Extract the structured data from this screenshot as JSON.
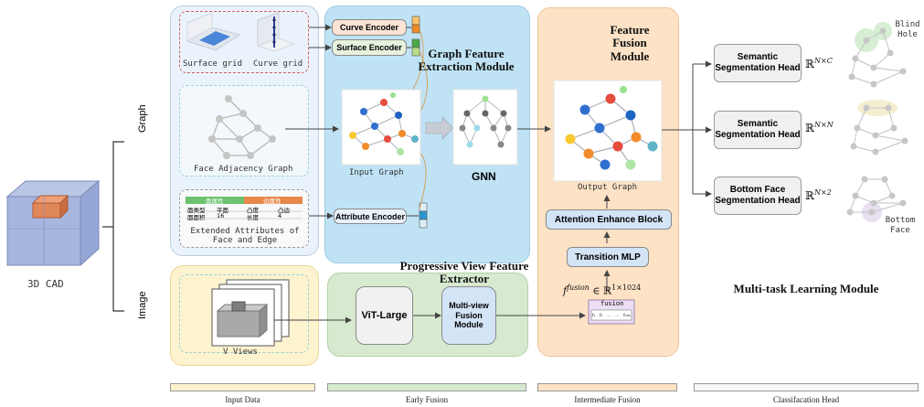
{
  "left": {
    "cad_label": "3D CAD",
    "graph_label": "Graph",
    "image_label": "Image"
  },
  "input_panel": {
    "surface_grid": "Surface grid",
    "curve_grid": "Curve grid",
    "face_adjacency_graph": "Face Adjacency Graph",
    "extended_attributes": "Extended Attributes of Face and Edge",
    "v_views": "V Views",
    "table": {
      "header_face": "面属性",
      "header_edge": "边属性",
      "row1": [
        "面类型",
        "平面",
        "凸度",
        "凸边"
      ],
      "row2": [
        "面面积",
        "16",
        "长度",
        "4"
      ]
    }
  },
  "graph_module": {
    "curve_encoder": "Curve Encoder",
    "surface_encoder": "Surface Encoder",
    "attribute_encoder": "Attribute Encoder",
    "title": "Graph Feature Extraction Module",
    "input_graph": "Input Graph",
    "gnn": "GNN"
  },
  "view_module": {
    "title": "Progressive View Feature Extractor",
    "vit": "ViT-Large",
    "fusion": "Multi-view Fusion Module"
  },
  "fusion_module": {
    "title": "Feature Fusion Module",
    "output_graph": "Output Graph",
    "attention": "Attention Enhance Block",
    "transition": "Transition MLP",
    "f_fusion_symbol": "f",
    "f_fusion_sup": "fusion",
    "f_fusion_space": "∈ ℝ",
    "f_fusion_dim": "1×1024",
    "vector_label": "fusion",
    "vector_cells": [
      "f₁",
      "f₂",
      "...",
      "...",
      "fₙ₀₂₄"
    ]
  },
  "heads": {
    "semantic1": "Semantic Segmentation Head",
    "semantic1_space": "ℝ",
    "semantic1_dim": "N×C",
    "semantic2": "Semantic Segmentation Head",
    "semantic2_space": "ℝ",
    "semantic2_dim": "N×N",
    "bottom": "Bottom Face Segmentation Head",
    "bottom_space": "ℝ",
    "bottom_dim": "N×2",
    "blind_hole": "Blind Hole",
    "bottom_face": "Bottom Face",
    "multitask_title": "Multi-task Learning Module"
  },
  "legend": {
    "input_data": "Input Data",
    "early_fusion": "Early Fusion",
    "intermediate_fusion": "Intermediate Fusion",
    "classification_head": "Classifacation Head"
  },
  "colors": {
    "input_panel": "#fdf3cf",
    "graph_panel": "#bfe3f5",
    "early_panel": "#d7ead0",
    "fusion_panel": "#fde2c6",
    "encoder_box": "#fbe3d6",
    "grey_box": "#eeeeee",
    "blue_box": "#d4e4f7"
  }
}
